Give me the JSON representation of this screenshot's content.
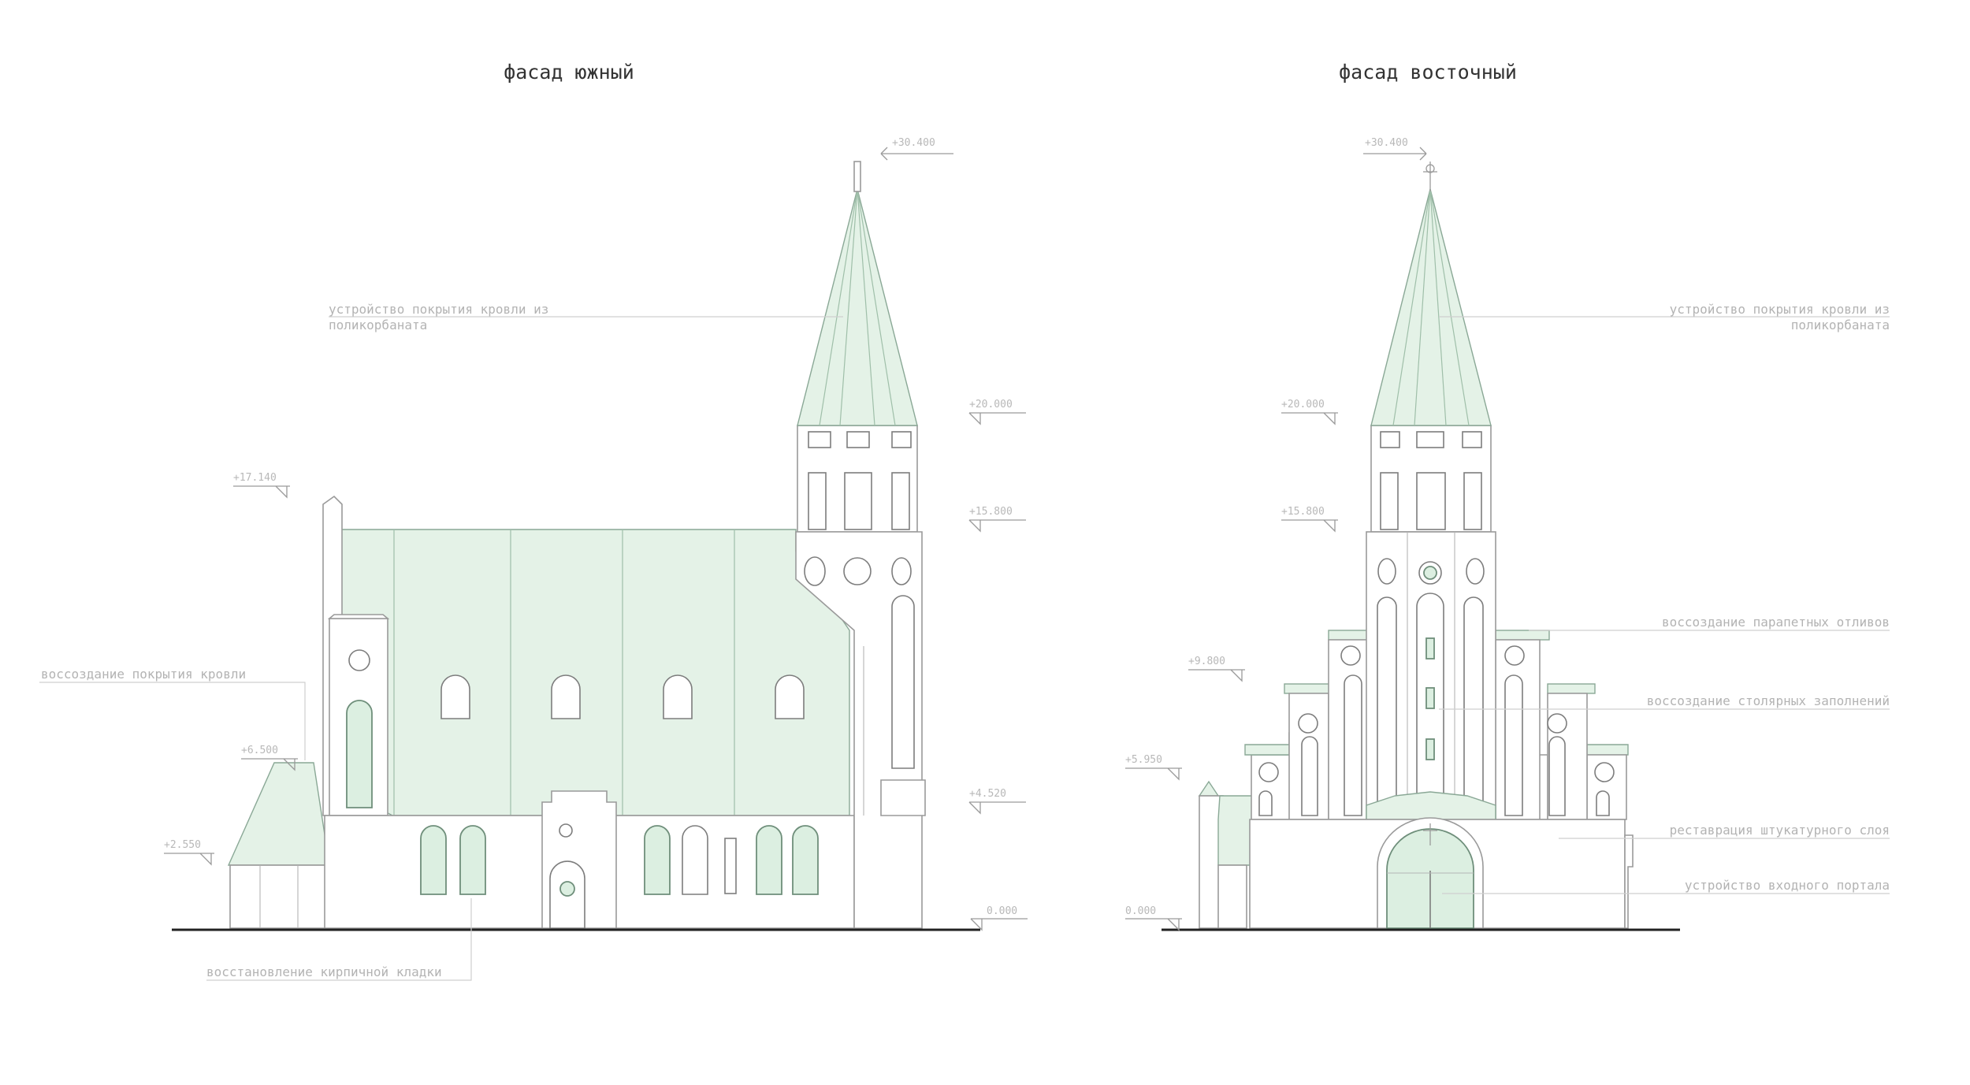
{
  "titles": {
    "south": "фасад южный",
    "east": "фасад восточный"
  },
  "south_levels": {
    "top": "+30.400",
    "l20": "+20.000",
    "l15": "+15.800",
    "l17": "+17.140",
    "l6": "+6.500",
    "l4": "+4.520",
    "l2": "+2.550",
    "l0": "0.000"
  },
  "east_levels": {
    "top": "+30.400",
    "l20": "+20.000",
    "l15": "+15.800",
    "l9": "+9.800",
    "l5": "+5.950",
    "l0": "0.000"
  },
  "south_notes": {
    "roof_cover_line1": "устройство покрытия кровли из",
    "roof_cover_line2": "поликорбаната",
    "roof_restore": "воссоздание покрытия кровли",
    "brick_restore": "восстановление кирпичной кладки"
  },
  "east_notes": {
    "roof_cover_line1": "устройство покрытия кровли из",
    "roof_cover_line2": "поликорбаната",
    "parapet": "воссоздание парапетных отливов",
    "joinery": "воссоздание столярных заполнений",
    "plaster": "реставрация штукатурного слоя",
    "portal": "устройство входного портала"
  },
  "colors": {
    "roof_fill": "#e4f2e7",
    "glass_fill": "#dcefe1",
    "ground_line": "#222222",
    "annotation_text": "#b3b3b3"
  }
}
